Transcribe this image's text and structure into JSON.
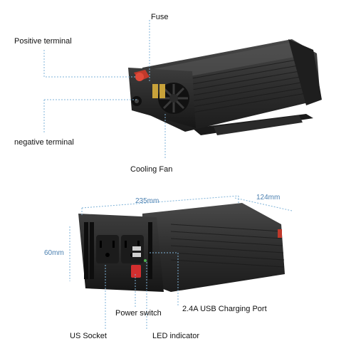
{
  "top_view": {
    "fuse_label": "Fuse",
    "positive_label": "Positive terminal",
    "negative_label": "negative terminal",
    "fan_label": "Cooling Fan"
  },
  "bottom_view": {
    "width_dim": "235mm",
    "depth_dim": "124mm",
    "height_dim": "60mm",
    "power_switch_label": "Power switch",
    "usb_label": "2.4A USB Charging Port",
    "socket_label": "US Socket",
    "led_label": "LED indicator"
  },
  "colors": {
    "body": "#2b2b2b",
    "terminal_red": "#c0392b",
    "fuse_gold": "#c8a23a",
    "callout_line": "#7fb3d8",
    "switch_red": "#d32f2f"
  }
}
